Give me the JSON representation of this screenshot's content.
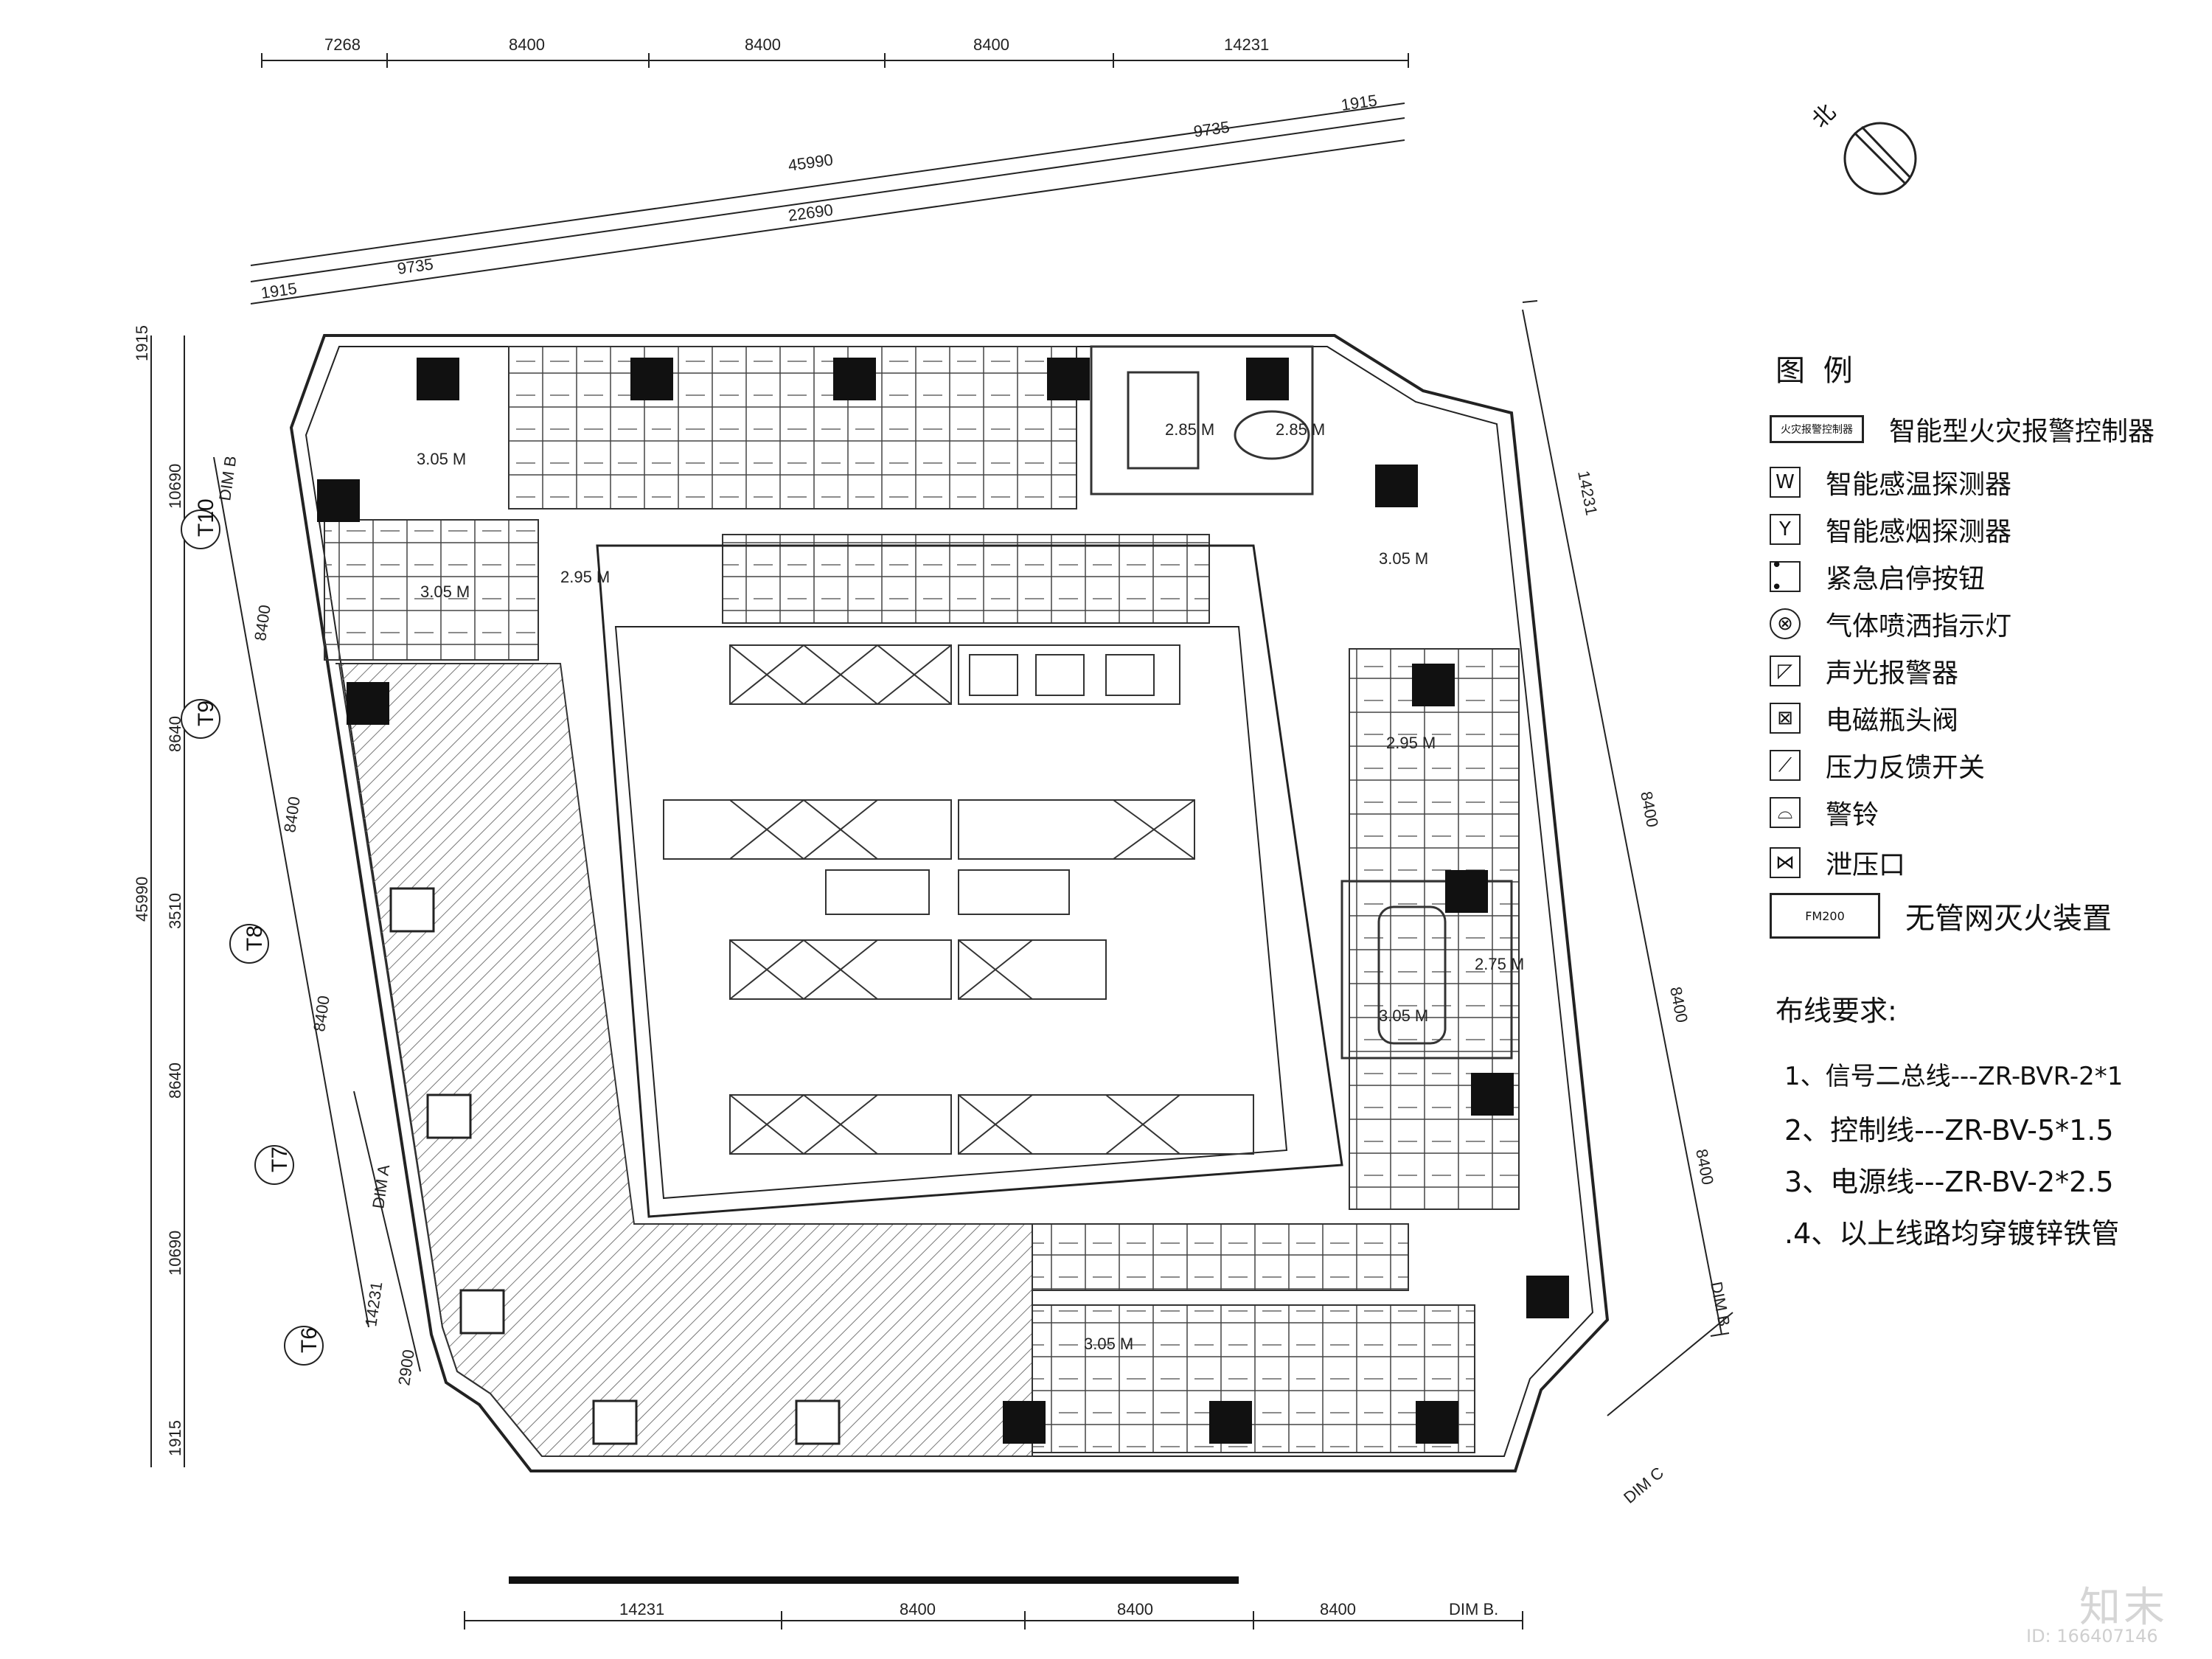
{
  "drawing": {
    "north_label": "北",
    "scale_label": "",
    "room_elevations": [
      "3.05 M",
      "2.95 M",
      "2.85 M",
      "3.05 M",
      "3.05 M",
      "2.95 M",
      "2.85 M",
      "3.05 M",
      "3.05 M",
      "2.75 M"
    ],
    "equipment_label": "FM200"
  },
  "dimensions": {
    "top": [
      "7268",
      "8400",
      "8400",
      "8400",
      "14231"
    ],
    "top_total": "45990",
    "top_sub": "22690",
    "top_left_a": "1915",
    "top_left_b": "9735",
    "top_right_a": "9735",
    "top_right_b": "1915",
    "left": [
      "1915",
      "10690",
      "8400",
      "8640",
      "8400",
      "3510",
      "8400",
      "8640",
      "10690",
      "14231",
      "2900",
      "1915"
    ],
    "left_total": "45990",
    "left_dim_b": "DIM B",
    "left_dim_a": "DIM A",
    "right": [
      "14231",
      "8400",
      "8400",
      "8400"
    ],
    "right_dim_b": "DIM B",
    "dim_c": "DIM C",
    "bottom": [
      "14231",
      "8400",
      "8400",
      "8400"
    ],
    "bottom_dim_b": "DIM B."
  },
  "grid_axes": [
    "T10",
    "T9",
    "T8",
    "T7",
    "T6"
  ],
  "legend": {
    "title": "图 例",
    "items": [
      {
        "symbol": "火灾报警控制器",
        "label": "智能型火灾报警控制器",
        "icon": "panel-icon"
      },
      {
        "symbol": "W",
        "label": "智能感温探测器",
        "icon": "heat-detector-icon"
      },
      {
        "symbol": "Y",
        "label": "智能感烟探测器",
        "icon": "smoke-detector-icon"
      },
      {
        "symbol": "• •",
        "label": "紧急启停按钮",
        "icon": "emergency-button-icon"
      },
      {
        "symbol": "⊗",
        "label": "气体喷洒指示灯",
        "icon": "spray-indicator-icon"
      },
      {
        "symbol": "◸",
        "label": "声光报警器",
        "icon": "alarm-icon"
      },
      {
        "symbol": "⊠",
        "label": "电磁瓶头阀",
        "icon": "solenoid-valve-icon"
      },
      {
        "symbol": "⟋",
        "label": "压力反馈开关",
        "icon": "pressure-switch-icon"
      },
      {
        "symbol": "⌓",
        "label": "警铃",
        "icon": "bell-icon"
      },
      {
        "symbol": "⋈",
        "label": "泄压口",
        "icon": "relief-vent-icon"
      },
      {
        "symbol": "FM200",
        "label": "无管网灭火装置",
        "icon": "extinguisher-unit-icon"
      }
    ],
    "wiring_title": "布线要求:",
    "wiring": [
      "1、信号二总线---ZR-BVR-2*1",
      "2、控制线---ZR-BV-5*1.5",
      "3、电源线---ZR-BV-2*2.5",
      ".4、以上线路均穿镀锌铁管"
    ]
  },
  "watermark": {
    "brand": "知末",
    "id": "ID: 166407146"
  }
}
